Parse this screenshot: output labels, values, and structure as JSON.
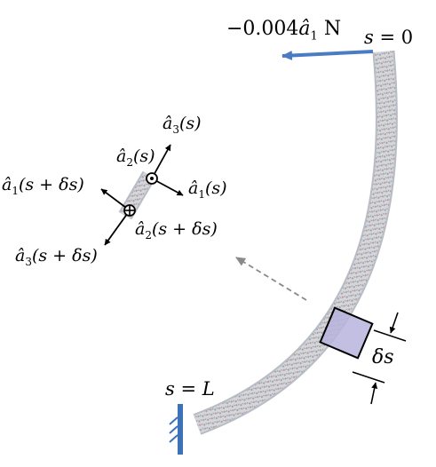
{
  "force_label": {
    "value": "−0.004",
    "vec": "â",
    "sub": "1",
    "unit": "N"
  },
  "s_zero": {
    "lhs": "s",
    "eq": " = ",
    "rhs": "0"
  },
  "s_L": {
    "lhs": "s",
    "eq": " = ",
    "rhs": "L"
  },
  "delta_s": "δs",
  "vectors": {
    "a3_s": {
      "vec": "â",
      "sub": "3",
      "arg": "(s)"
    },
    "a2_s": {
      "vec": "â",
      "sub": "2",
      "arg": "(s)"
    },
    "a1_s": {
      "vec": "â",
      "sub": "1",
      "arg": "(s)"
    },
    "a1_sds": {
      "vec": "â",
      "sub": "1",
      "arg": "(s + δs)"
    },
    "a2_sds": {
      "vec": "â",
      "sub": "2",
      "arg": "(s + δs)"
    },
    "a3_sds": {
      "vec": "â",
      "sub": "3",
      "arg": "(s + δs)"
    }
  },
  "colors": {
    "force_arrow": "#4a7cc3",
    "wall": "#3d72b8",
    "element_fill": "#b9b4de",
    "rod_base": "#d6d8dc"
  }
}
